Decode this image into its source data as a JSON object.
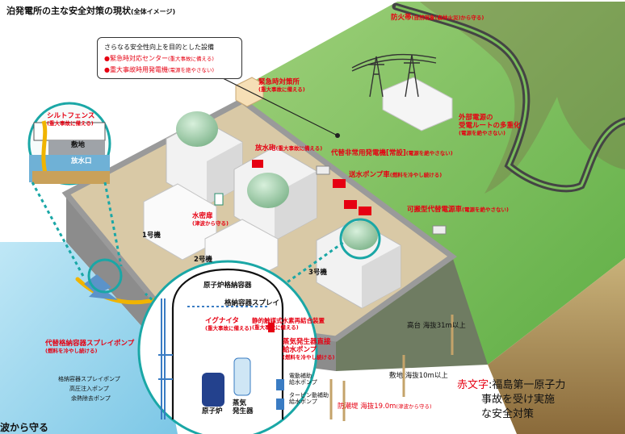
{
  "title": {
    "main": "泊発電所の主な安全対策の現状",
    "sub": "(全体イメージ)"
  },
  "callout": {
    "heading": "さらなる安全性向上を目的とした設備",
    "items": [
      {
        "label": "●緊急時対応センター",
        "note": "(重大事故に備える)"
      },
      {
        "label": "●重大事故時用発電機",
        "note": "(電源を絶やさない)"
      }
    ]
  },
  "labels": {
    "firebreak": {
      "main": "防火帯",
      "note": "(自然現象(森林火災)から守る)"
    },
    "emergency_office": {
      "main": "緊急時対策所",
      "note": "(重大事故に備える)"
    },
    "offsite_power": {
      "main": "外部電源の",
      "main2": "受電ルートの多重化",
      "note": "(電源を絶やさない)"
    },
    "water_cannon": {
      "main": "放水砲",
      "note": "(重大事故に備える)"
    },
    "alt_generator": {
      "main": "代替非常用発電機[常設]",
      "note": "(電源を絶やさない)"
    },
    "pump_truck": {
      "main": "送水ポンプ車",
      "note": "(燃料を冷やし続ける)"
    },
    "portable_power": {
      "main": "可搬型代替電源車",
      "note": "(電源を絶やさない)"
    },
    "watertight_door": {
      "main": "水密扉",
      "note": "(津波から守る)"
    },
    "silt_fence": {
      "main": "シルトフェンス",
      "note": "(重大事故に備える)"
    },
    "site": "敷地",
    "outlet": "放水口",
    "unit1": "1号機",
    "unit2": "2号機",
    "unit3": "3号機",
    "containment": "原子炉格納容器",
    "containment_spray": "格納容器スプレイ",
    "igniter": {
      "main": "イグナイタ",
      "note": "(重大事故に備える)"
    },
    "recombiner": {
      "main": "静的触媒式水素再結合装置",
      "note": "(重大事故に備える)"
    },
    "sg_pump": {
      "main": "蒸気発生器直接",
      "main2": "給水ポンプ",
      "note": "(燃料を冷やし続ける)"
    },
    "motor_pump": {
      "main": "電動補助",
      "main2": "給水ポンプ"
    },
    "turbine_pump": {
      "main": "タービン動補助",
      "main2": "給水ポンプ"
    },
    "alt_spray_pump": {
      "main": "代替格納容器スプレイポンプ",
      "note": "(燃料を冷やし続ける)"
    },
    "cs_pump": "格納容器スプレイポンプ",
    "hp_pump": "高圧注入ポンプ",
    "rhr_pump": "余熱除去ポンプ",
    "reactor": "原子炉",
    "sg": {
      "main": "蒸気",
      "main2": "発生器"
    },
    "high_ground": "高台 海抜31m以上",
    "site_level": "敷地 海抜10m以上",
    "seawall": {
      "main": "防潮堤 海抜19.0m",
      "note": "(津波から守る)"
    },
    "bottom_cut": "波から守る"
  },
  "legend": {
    "key": "赤文字",
    "line1": ":福島第一原子力",
    "line2": "事故を受け実施",
    "line3": "な安全対策"
  },
  "colors": {
    "accent_red": "#e60012",
    "teal": "#1aa7a6",
    "hill": "#7cc15c",
    "road": "#8a8a8a"
  }
}
